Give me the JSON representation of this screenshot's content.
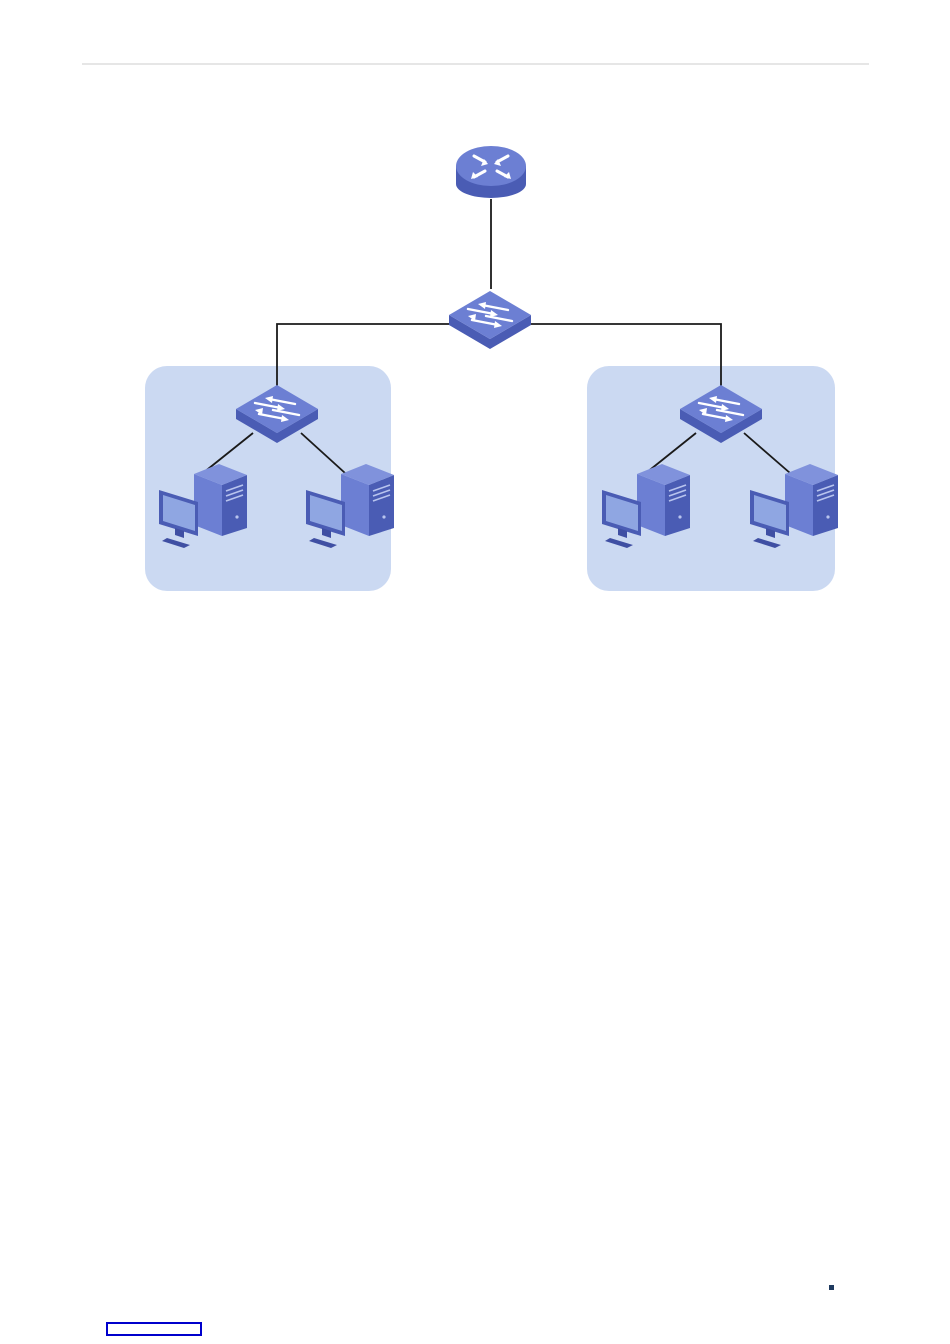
{
  "diagram": {
    "type": "network-topology",
    "nodes": [
      {
        "id": "router",
        "kind": "router",
        "icon": "router-icon"
      },
      {
        "id": "core-switch",
        "kind": "switch",
        "icon": "switch-icon"
      },
      {
        "id": "left-switch",
        "kind": "switch",
        "icon": "switch-icon",
        "group": "left-group"
      },
      {
        "id": "right-switch",
        "kind": "switch",
        "icon": "switch-icon",
        "group": "right-group"
      },
      {
        "id": "left-pc-1",
        "kind": "computer",
        "icon": "desktop-computer-icon",
        "group": "left-group"
      },
      {
        "id": "left-pc-2",
        "kind": "computer",
        "icon": "desktop-computer-icon",
        "group": "left-group"
      },
      {
        "id": "right-pc-1",
        "kind": "computer",
        "icon": "desktop-computer-icon",
        "group": "right-group"
      },
      {
        "id": "right-pc-2",
        "kind": "computer",
        "icon": "desktop-computer-icon",
        "group": "right-group"
      }
    ],
    "links": [
      {
        "from": "router",
        "to": "core-switch"
      },
      {
        "from": "core-switch",
        "to": "left-switch"
      },
      {
        "from": "core-switch",
        "to": "right-switch"
      },
      {
        "from": "left-switch",
        "to": "left-pc-1"
      },
      {
        "from": "left-switch",
        "to": "left-pc-2"
      },
      {
        "from": "right-switch",
        "to": "right-pc-1"
      },
      {
        "from": "right-switch",
        "to": "right-pc-2"
      }
    ],
    "groups": [
      "left-group",
      "right-group"
    ]
  },
  "colors": {
    "device_top": "#6c7fd3",
    "device_side": "#4a5cb4",
    "device_dark": "#3f4fa3",
    "group_fill": "#cbd9f2",
    "link": "#1a1a1a",
    "header_rule": "#e6e6e6",
    "footer_marker": "#1f3a5f",
    "footer_link_border": "#0000cc"
  }
}
